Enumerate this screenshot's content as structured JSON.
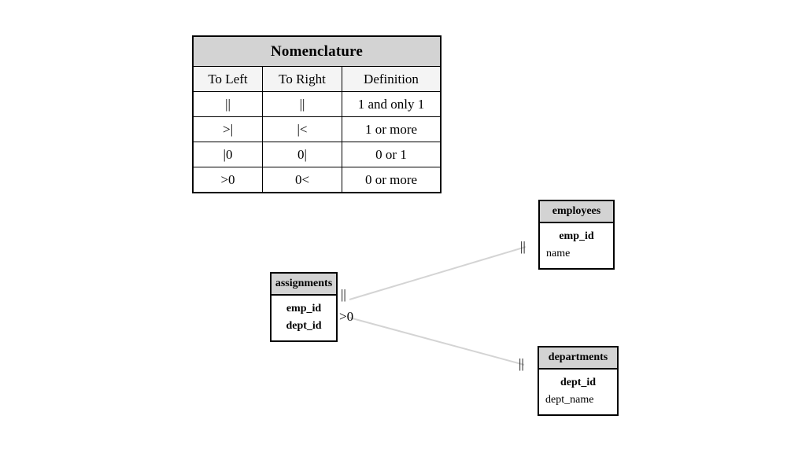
{
  "legend": {
    "title": "Nomenclature",
    "columns": [
      "To Left",
      "To Right",
      "Definition"
    ],
    "rows": [
      {
        "to_left": "||",
        "to_right": "||",
        "definition": "1 and only 1"
      },
      {
        "to_left": ">|",
        "to_right": "|<",
        "definition": "1 or more"
      },
      {
        "to_left": "|0",
        "to_right": "0|",
        "definition": "0 or 1"
      },
      {
        "to_left": ">0",
        "to_right": "0<",
        "definition": "0 or more"
      }
    ],
    "header_color": "#d3d3d3",
    "subheader_color": "#f4f4f4",
    "border_color": "#000000"
  },
  "diagram": {
    "entities": [
      {
        "id": "assignments",
        "name": "assignments",
        "attributes": [
          {
            "label": "emp_id",
            "key": true
          },
          {
            "label": "dept_id",
            "key": true
          }
        ]
      },
      {
        "id": "employees",
        "name": "employees",
        "attributes": [
          {
            "label": "emp_id",
            "key": true
          },
          {
            "label": "name",
            "key": false
          }
        ]
      },
      {
        "id": "departments",
        "name": "departments",
        "attributes": [
          {
            "label": "dept_id",
            "key": true
          },
          {
            "label": "dept_name",
            "key": false
          }
        ]
      }
    ],
    "relationships": [
      {
        "id": "assignments-employees",
        "from": "assignments",
        "to": "employees",
        "from_cardinality": "||",
        "to_cardinality": "||"
      },
      {
        "id": "assignments-departments",
        "from": "assignments",
        "to": "departments",
        "from_cardinality": ">0",
        "to_cardinality": "||"
      }
    ],
    "line_color": "#d4d4d4",
    "entity_header_color": "#d3d3d3",
    "entity_border_color": "#000000"
  }
}
